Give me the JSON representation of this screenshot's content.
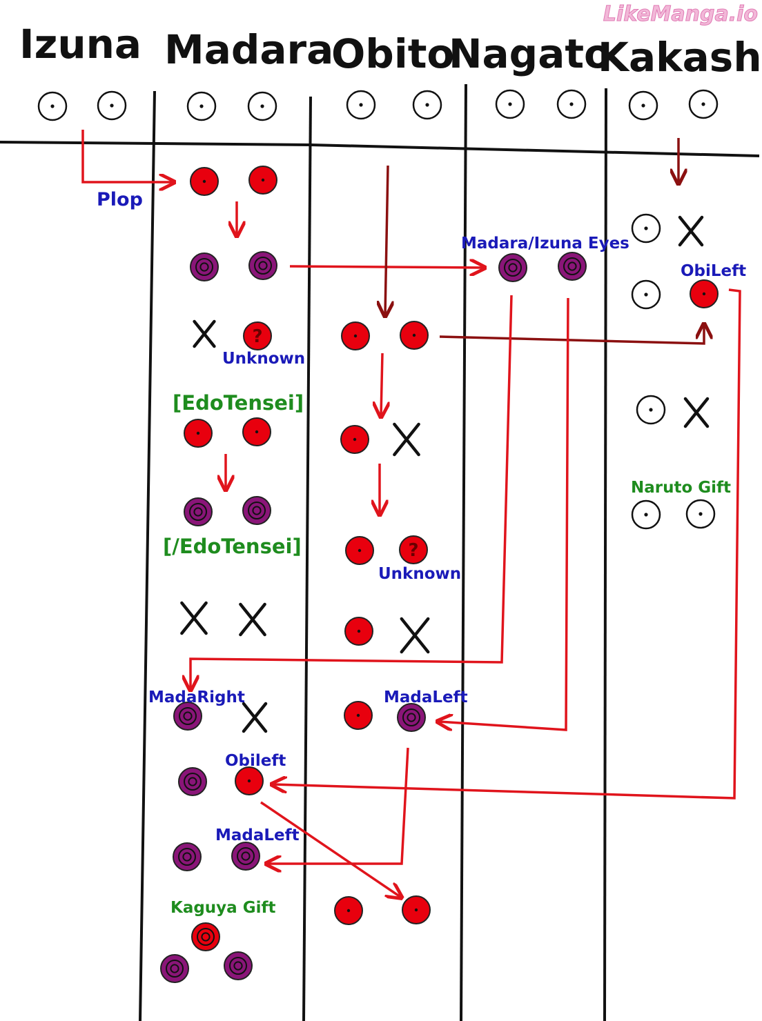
{
  "watermark": "LikeManga.io",
  "headers": [
    "Izuna",
    "Madara",
    "Obito",
    "Nagato",
    "Kakashi"
  ],
  "labels": {
    "plop": "Plop",
    "madara_izuna_eyes": "Madara/Izuna Eyes",
    "obileft_kakashi": "ObiLeft",
    "unknown_1": "Unknown",
    "edo_open": "[EdoTensei]",
    "edo_close": "[/EdoTensei]",
    "unknown_2": "Unknown",
    "naruto_gift": "Naruto Gift",
    "madaright": "MadaRight",
    "madaleft_obito": "MadaLeft",
    "obileft_madara": "Obileft",
    "madaleft_madara": "MadaLeft",
    "kaguya_gift": "Kaguya Gift"
  },
  "eye_types": {
    "plain": "plain eye",
    "sharingan": "sharingan",
    "rinnegan": "rinnegan",
    "unknown": "unknown eye",
    "lost": "lost eye (X)",
    "rinne_sharingan": "rinne-sharingan"
  },
  "colors": {
    "sharingan_red": "#e8000e",
    "rinnegan_purple": "#8a1578",
    "arrow_red": "#e0141c",
    "arrow_darkred": "#8b1010",
    "label_blue": "#1a1ab8",
    "label_green": "#1e8c1e"
  },
  "question_mark": "?"
}
